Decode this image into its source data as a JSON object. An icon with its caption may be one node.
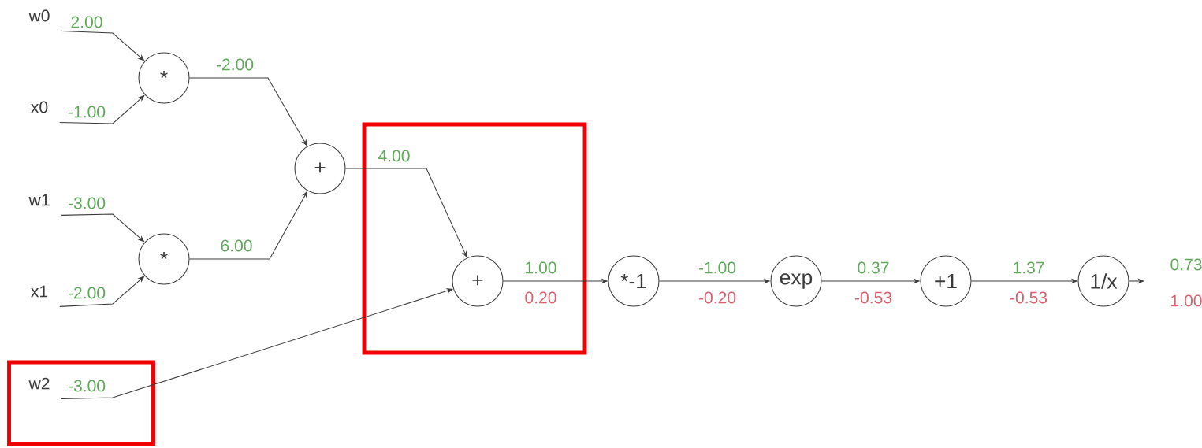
{
  "diagram": {
    "nodes": [
      {
        "text": [
          "w0"
        ]
      },
      {
        "text": [
          "x0"
        ]
      },
      {
        "text": [
          "*"
        ]
      },
      {
        "text": [
          "w1"
        ]
      },
      {
        "text": [
          "x1"
        ]
      },
      {
        "text": [
          "*"
        ]
      },
      {
        "text": [
          "+"
        ]
      },
      {
        "text": [],
        "shape": "box"
      },
      {
        "text": [
          "+"
        ],
        "in": 7
      },
      {
        "text": [],
        "shape": "box"
      },
      {
        "text": [
          "w2"
        ],
        "in": 9
      },
      {
        "text": [
          "*-1"
        ]
      },
      {
        "text": [
          "exp"
        ]
      },
      {
        "text": [
          "+1"
        ]
      },
      {
        "text": [
          "1/x"
        ]
      }
    ],
    "edges": [
      {
        "from": 0,
        "to": 2,
        "arrow": "to",
        "label": "2.00"
      },
      {
        "from": 1,
        "to": 2,
        "arrow": "to",
        "label": "-1.00"
      },
      {
        "from": 3,
        "to": 5,
        "arrow": "to",
        "label": "-3.00"
      },
      {
        "from": 4,
        "to": 5,
        "arrow": "to",
        "label": "-2.00"
      },
      {
        "from": 2,
        "to": 6,
        "arrow": "to",
        "label": "-2.00"
      },
      {
        "from": 5,
        "to": 6,
        "arrow": "to",
        "label": "6.00"
      },
      {
        "from": 6,
        "to": 8,
        "arrow": "to",
        "label": "4.00"
      },
      {
        "from": 10,
        "to": 8,
        "arrow": "to",
        "label": "-3.00"
      },
      {
        "from": 8,
        "to": 11,
        "arrow": "to",
        "label": "1.00"
      },
      {
        "from": 11,
        "to": 12,
        "arrow": "to",
        "label": "-1.00"
      },
      {
        "from": 12,
        "to": 13,
        "arrow": "to",
        "label": "0.37"
      },
      {
        "from": 13,
        "to": 14,
        "arrow": "to",
        "label": "1.37"
      },
      {
        "from": 14,
        "to": null,
        "arrow": "to",
        "label": "0.73"
      }
    ],
    "labels": [
      "0.20",
      "-0.20",
      "-0.53",
      "-0.53",
      "1.00"
    ]
  }
}
